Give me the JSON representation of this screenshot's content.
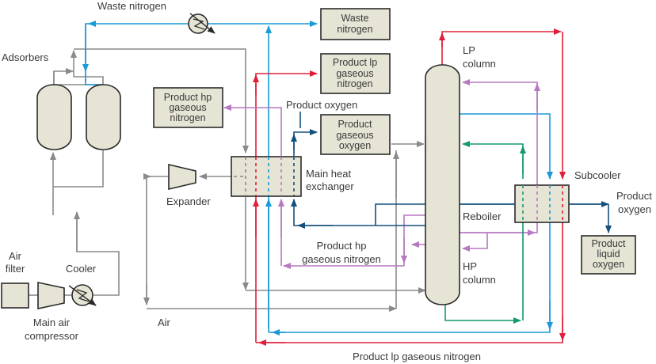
{
  "diagram": {
    "title": "Air separation unit process flow",
    "colors": {
      "air": "#8a8a8a",
      "waste_nitrogen": "#1a9ad6",
      "lp_nitrogen": "#e0203a",
      "hp_nitrogen": "#b678c0",
      "oxygen": "#14507e",
      "liquid": "#149a6e",
      "equipment_fill": "#e6e4d4"
    },
    "labels": {
      "waste_nitrogen_top": "Waste nitrogen",
      "adsorbers": "Adsorbers",
      "air_filter_1": "Air",
      "air_filter_2": "filter",
      "cooler": "Cooler",
      "main_air_compressor_1": "Main air",
      "main_air_compressor_2": "compressor",
      "expander": "Expander",
      "air": "Air",
      "product_oxygen_top": "Product oxygen",
      "main_heat_exchanger_1": "Main heat",
      "main_heat_exchanger_2": "exchanger",
      "product_hp_gn_mid_1": "Product hp",
      "product_hp_gn_mid_2": "gaseous nitrogen",
      "lp_column_1": "LP",
      "lp_column_2": "column",
      "hp_column_1": "HP",
      "hp_column_2": "column",
      "reboiler": "Reboiler",
      "subcooler": "Subcooler",
      "product_oxygen_right_1": "Product",
      "product_oxygen_right_2": "oxygen",
      "product_lp_gn_bottom": "Product lp gaseous nitrogen"
    },
    "boxes": {
      "waste_nitrogen": [
        "Waste",
        "nitrogen"
      ],
      "product_lp_gn": [
        "Product lp",
        "gaseous",
        "nitrogen"
      ],
      "product_hp_gn": [
        "Product hp",
        "gaseous",
        "nitrogen"
      ],
      "product_gaseous_oxygen": [
        "Product",
        "gaseous",
        "oxygen"
      ],
      "product_liquid_oxygen": [
        "Product",
        "liquid",
        "oxygen"
      ]
    }
  }
}
